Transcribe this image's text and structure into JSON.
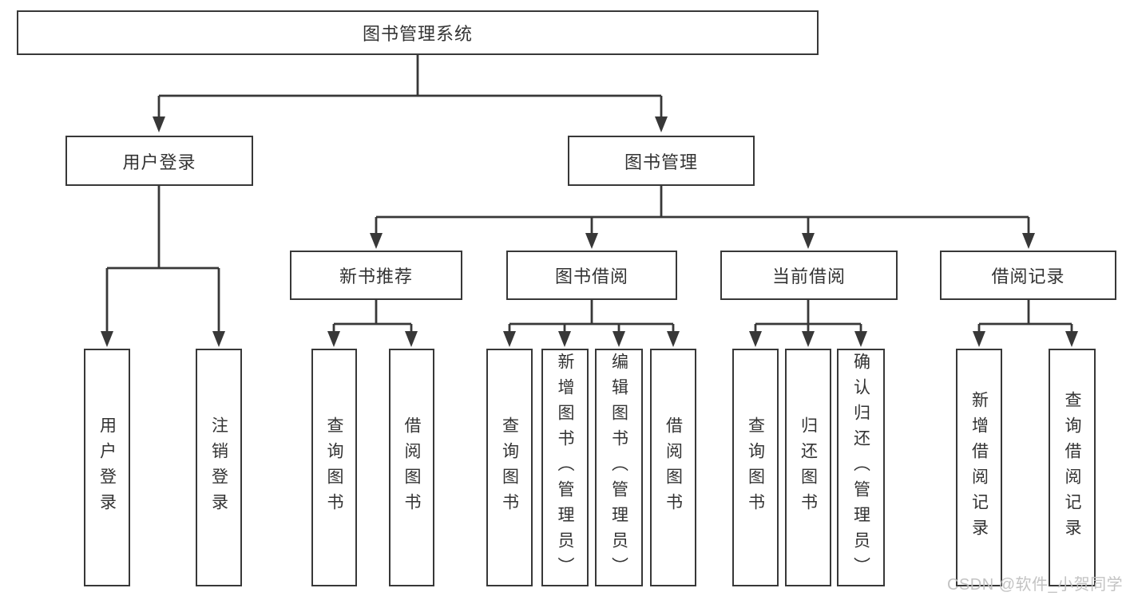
{
  "diagram": {
    "watermark": "CSDN @软件_小贺同学",
    "colors": {
      "line": "#383838",
      "text": "#333333",
      "background": "#ffffff",
      "watermark": "#c0c0c0"
    }
  },
  "nodes": {
    "root": {
      "label": "图书管理系统"
    },
    "user_login": {
      "label": "用户登录"
    },
    "book_management": {
      "label": "图书管理"
    },
    "new_book_recommend": {
      "label": "新书推荐"
    },
    "book_borrowing": {
      "label": "图书借阅"
    },
    "current_borrowing": {
      "label": "当前借阅"
    },
    "borrowing_records": {
      "label": "借阅记录"
    },
    "leaf_user_login": {
      "label": "用户登录"
    },
    "leaf_logout": {
      "label": "注销登录"
    },
    "leaf_query_books_recommend": {
      "label": "查询图书"
    },
    "leaf_borrow_books_recommend": {
      "label": "借阅图书"
    },
    "leaf_query_books_borrowing": {
      "label": "查询图书"
    },
    "leaf_add_books_admin": {
      "label": "新增图书（管理员）"
    },
    "leaf_edit_books_admin": {
      "label": "编辑图书（管理员）"
    },
    "leaf_borrow_books_borrowing": {
      "label": "借阅图书"
    },
    "leaf_query_books_current": {
      "label": "查询图书"
    },
    "leaf_return_books": {
      "label": "归还图书"
    },
    "leaf_confirm_return_admin": {
      "label": "确认归还（管理员）"
    },
    "leaf_add_borrow_record": {
      "label": "新增借阅记录"
    },
    "leaf_query_borrow_record": {
      "label": "查询借阅记录"
    }
  }
}
